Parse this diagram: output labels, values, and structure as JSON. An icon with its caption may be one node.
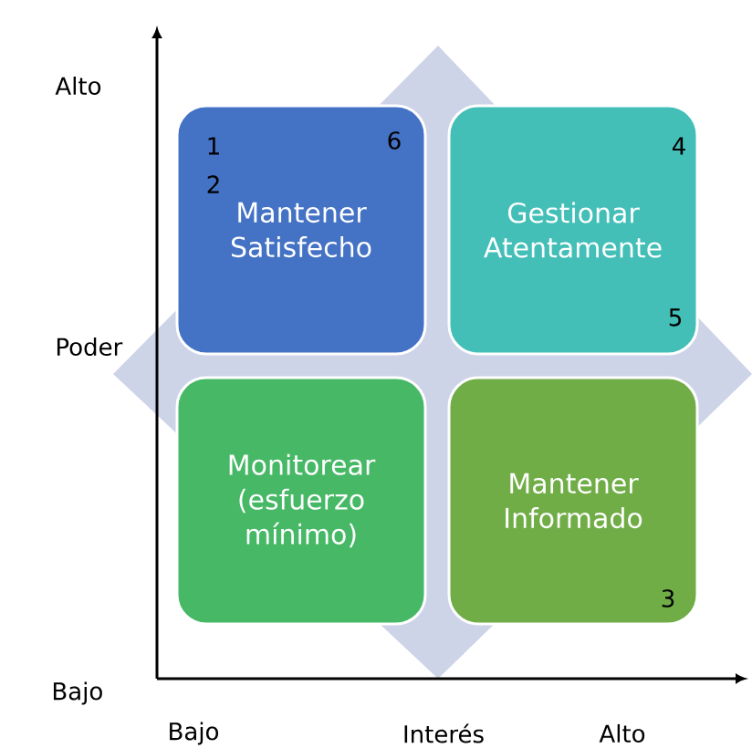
{
  "diagram": {
    "nodes": [
      {
        "text": [
          "Mantener Satisfecho",
          "1",
          "2",
          "6"
        ]
      },
      {
        "text": [
          "Gestionar Atentamente",
          "4",
          "5"
        ]
      },
      {
        "text": [
          "Monitorear (esfuerzo mínimo)"
        ]
      },
      {
        "text": [
          "Mantener Informado",
          "3"
        ]
      }
    ],
    "labels": [
      "Alto",
      "Poder",
      "Bajo",
      "Bajo",
      "Interés",
      "Alto"
    ]
  }
}
